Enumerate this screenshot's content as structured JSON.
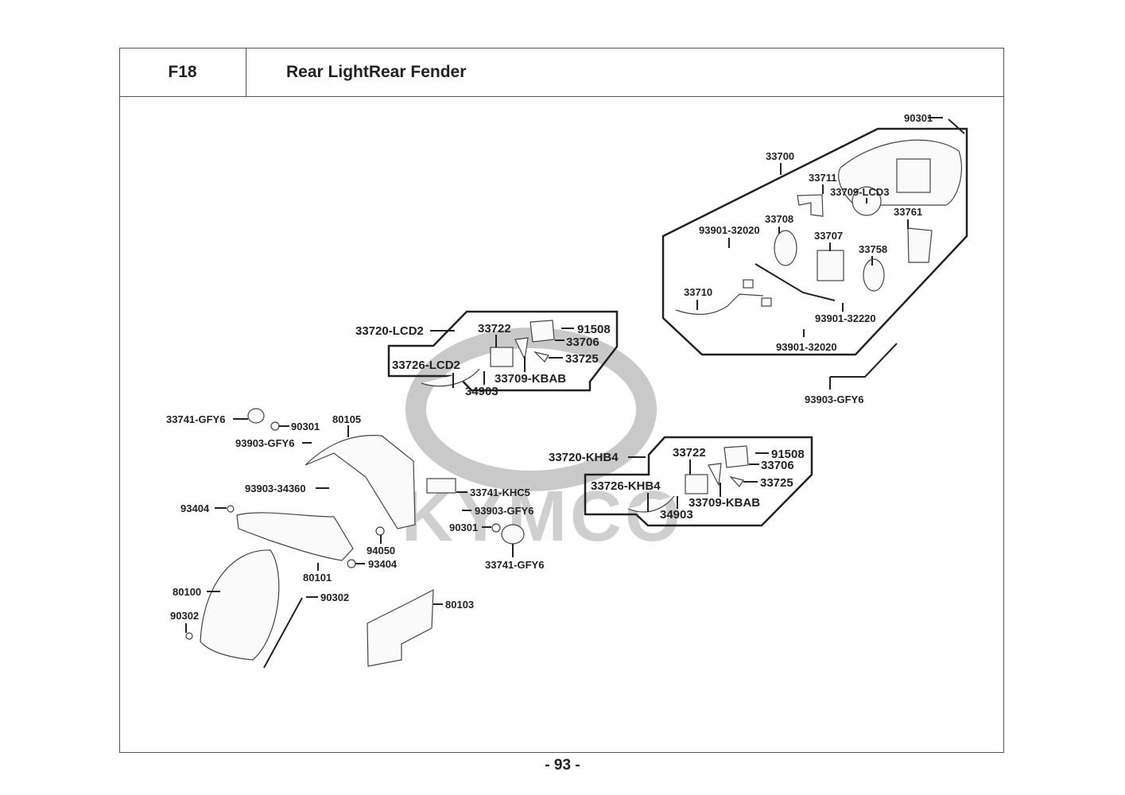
{
  "header": {
    "section_code": "F18",
    "title": "Rear LightRear Fender"
  },
  "watermark": {
    "text": "KYMCO",
    "color": "#c9c9c9"
  },
  "page_number": "- 93 -",
  "groups": {
    "tail_light_assembly": {
      "code": "33700",
      "parts": {
        "bolt_top": "90301",
        "bracket_left": "33711",
        "lens_cover": "33709-LCD3",
        "bracket_right": "33761",
        "socket_a": "33708",
        "screw_a": "93901-32020",
        "plate_socket": "33707",
        "socket_b": "33758",
        "harness": "33710",
        "screw_b": "93901-32220",
        "screw_c": "93901-32020"
      }
    },
    "screw_set_outside": "93903-GFY6",
    "license_light_lcd2": {
      "code": "33720-LCD2",
      "parts": {
        "housing": "33722",
        "screw": "91508",
        "cover": "33706",
        "clip": "33725",
        "harness": "33726-LCD2",
        "gasket": "33709-KBAB",
        "bulb": "34903"
      }
    },
    "license_light_khb4": {
      "code": "33720-KHB4",
      "parts": {
        "housing": "33722",
        "screw": "91508",
        "cover": "33706",
        "clip": "33725",
        "harness": "33726-KHB4",
        "gasket": "33709-KBAB",
        "bulb": "34903"
      }
    },
    "fender_parts": {
      "reflector_top": "33741-GFY6",
      "nut_top": "90301",
      "fender_bracket": "80105",
      "screw_top": "93903-GFY6",
      "screw_mid": "93903-34360",
      "bolt_left": "93404",
      "reflector_plate": "33741-KHC5",
      "screw_plate": "93903-GFY6",
      "nut_reflector": "90301",
      "reflector_round": "33741-GFY6",
      "nut_94050": "94050",
      "bolt_bottom": "93404",
      "inner_fender": "80101",
      "rear_fender": "80100",
      "bolt_fender_right": "90302",
      "bolt_fender_left": "90302",
      "mud_flap": "80103"
    }
  }
}
